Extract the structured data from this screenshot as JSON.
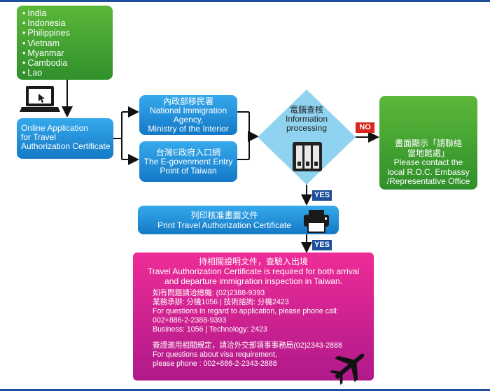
{
  "countries": [
    "India",
    "Indonesia",
    "Philippines",
    "Vietnam",
    "Myanmar",
    "Cambodia",
    "Lao"
  ],
  "online_application": [
    "Online Application",
    "for Travel",
    "Authorization Certificate"
  ],
  "nia": {
    "zh": "內政部移民署",
    "en1": "National Immigration",
    "en2": "Agency,",
    "en3": "Ministry of the Interior"
  },
  "egov": {
    "zh": "台灣E政府入口網",
    "en1": "The E-govenment Entry",
    "en2": "Point of Taiwan"
  },
  "processing": {
    "zh": "電腦查核",
    "en1": "Information",
    "en2": "processing"
  },
  "no_label": "NO",
  "yes_label": "YES",
  "embassy": {
    "zh1": "畫面顯示「請聯絡",
    "zh2": "當地館處」",
    "en1": "Please contact the",
    "en2": "local R.O.C. Embassy",
    "en3": "/Representative Office"
  },
  "print": {
    "zh": "列印核准畫面文件",
    "en": "Print Travel Authorization Certificate"
  },
  "final": {
    "header_zh": "持相關證明文件，查驗入出境",
    "req1": "Travel Authorization Certificate is required for both arrival",
    "req2": "and departure immigration inspection in Taiwan.",
    "contact_zh1": "如有問題請洽總機: (02)2388-9393",
    "contact_zh2": "業務承辦: 分機1056 | 技術諮詢: 分機2423",
    "contact_en1": "For questions in regard to application, please phone call:",
    "contact_en2": "002+886-2-2388-9393",
    "contact_en3": "Business: 1056 | Technology: 2423",
    "visa_zh": "簽證適用相關規定，請洽外交部領事事務局(02)2343-2888",
    "visa_en1": "For questions about visa requirement,",
    "visa_en2": "please phone : 002+886-2-2343-2888"
  },
  "colors": {
    "green": "#3aa02f",
    "blue": "#1f8fdc",
    "pink": "#d6228f",
    "diamond": "#8fd3f0",
    "tag": "#1d4f9c"
  }
}
